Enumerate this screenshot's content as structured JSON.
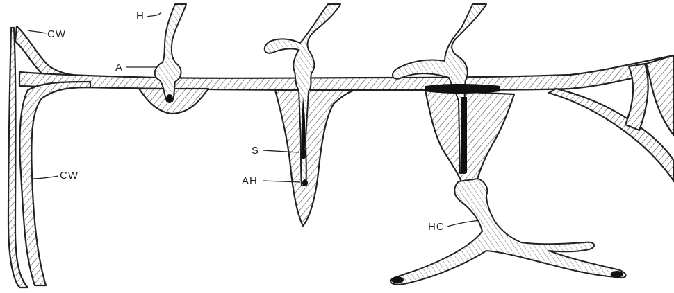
{
  "diagram": {
    "labels": {
      "h": "H",
      "a": "A",
      "cw_top": "CW",
      "cw_left": "CW",
      "s": "S",
      "ah": "AH",
      "hc": "HC"
    }
  }
}
